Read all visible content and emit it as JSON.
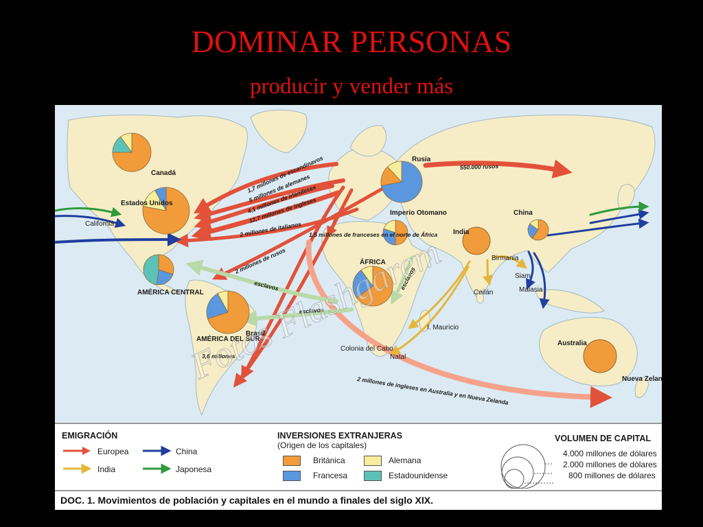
{
  "slide": {
    "title": "DOMINAR PERSONAS",
    "subtitle": "producir y vender más"
  },
  "colors": {
    "title": "#e0110e",
    "ocean": "#dcebf3",
    "land": "#f6edc6",
    "europe_arrow": "#e2513a",
    "india_arrow": "#e5b53a",
    "china_arrow": "#1f3ea0",
    "japan_arrow": "#2f9a3a",
    "britanica": "#f29b3b",
    "alemana": "#f6ee9c",
    "francesa": "#5b97df",
    "estadounidense": "#5cc2b8"
  },
  "map": {
    "labels": {
      "canada": "Canadá",
      "usa": "Estados Unidos",
      "california": "California",
      "central_america": "AMÉRICA CENTRAL",
      "south_america": "AMÉRICA DEL SUR",
      "brasil": "Brasil",
      "africa": "ÁFRICA",
      "cape": "Colonia del Cabo",
      "natal": "Natal",
      "mauricio": "I. Mauricio",
      "russia": "Rusia",
      "ottoman": "Imperio Otomano",
      "india": "India",
      "china": "China",
      "birmania": "Birmania",
      "siam": "Siam",
      "malasia": "Malasia",
      "ceilan": "Ceilán",
      "australia": "Australia",
      "nz": "Nueva Zelanda"
    },
    "flows": {
      "escandinavos": "1,7 millones de escandinavos",
      "alemanes": "5 millones de alemanes",
      "irlandeses": "4,1 millones de irlandeses",
      "ingleses": "12,7 millones de ingleses",
      "italianos": "2 millones de italianos",
      "rusos": "2 millones de rusos",
      "rusos_siberia": "550.000 rusos",
      "franceses": "1,5 millones de franceses en el norte de África",
      "esclavos_1": "esclavos",
      "esclavos_2": "esclavos",
      "esclavos_3": "esclavos",
      "sudamerica": "3,6 millones",
      "australia_nz": "2 millones de ingleses en Australia y en Nueva Zelanda"
    },
    "pies": [
      {
        "name": "canada",
        "slices": [
          {
            "k": "britanica",
            "v": 75
          },
          {
            "k": "estadounidense",
            "v": 15
          },
          {
            "k": "alemana",
            "v": 10
          }
        ]
      },
      {
        "name": "usa",
        "slices": [
          {
            "k": "britanica",
            "v": 78
          },
          {
            "k": "alemana",
            "v": 14
          },
          {
            "k": "francesa",
            "v": 8
          }
        ]
      },
      {
        "name": "central_america",
        "slices": [
          {
            "k": "britanica",
            "v": 30
          },
          {
            "k": "francesa",
            "v": 22
          },
          {
            "k": "estadounidense",
            "v": 48
          }
        ]
      },
      {
        "name": "south_america",
        "slices": [
          {
            "k": "britanica",
            "v": 70
          },
          {
            "k": "francesa",
            "v": 22
          },
          {
            "k": "alemana",
            "v": 8
          }
        ]
      },
      {
        "name": "africa",
        "slices": [
          {
            "k": "britanica",
            "v": 65
          },
          {
            "k": "francesa",
            "v": 25
          },
          {
            "k": "alemana",
            "v": 10
          }
        ]
      },
      {
        "name": "russia",
        "slices": [
          {
            "k": "francesa",
            "v": 72
          },
          {
            "k": "britanica",
            "v": 16
          },
          {
            "k": "alemana",
            "v": 12
          }
        ]
      },
      {
        "name": "ottoman",
        "slices": [
          {
            "k": "britanica",
            "v": 50
          },
          {
            "k": "francesa",
            "v": 30
          },
          {
            "k": "alemana",
            "v": 20
          }
        ]
      },
      {
        "name": "india",
        "slices": [
          {
            "k": "britanica",
            "v": 100
          }
        ]
      },
      {
        "name": "china",
        "slices": [
          {
            "k": "britanica",
            "v": 60
          },
          {
            "k": "francesa",
            "v": 25
          },
          {
            "k": "alemana",
            "v": 15
          }
        ]
      },
      {
        "name": "australia",
        "slices": [
          {
            "k": "britanica",
            "v": 100
          }
        ]
      }
    ],
    "watermark": "Fotos Flashgarem"
  },
  "legend": {
    "emigracion": {
      "title": "EMIGRACIÓN",
      "items": [
        {
          "label": "Europea",
          "color": "#e2513a"
        },
        {
          "label": "China",
          "color": "#1f3ea0"
        },
        {
          "label": "India",
          "color": "#e5b53a"
        },
        {
          "label": "Japonesa",
          "color": "#2f9a3a"
        }
      ]
    },
    "inversiones": {
      "title": "INVERSIONES EXTRANJERAS",
      "subtitle": "(Origen de los capitales)",
      "items": [
        {
          "label": "Británica",
          "color": "#f29b3b"
        },
        {
          "label": "Alemana",
          "color": "#f6ee9c"
        },
        {
          "label": "Francesa",
          "color": "#5b97df"
        },
        {
          "label": "Estadounidense",
          "color": "#5cc2b8"
        }
      ]
    },
    "volumen": {
      "title": "VOLUMEN DE CAPITAL",
      "items": [
        {
          "label": "4.000 millones de dólares",
          "value": 4000
        },
        {
          "label": "2.000 millones de dólares",
          "value": 2000
        },
        {
          "label": "800 millones de dólares",
          "value": 800
        }
      ]
    }
  },
  "caption": "DOC. 1. Movimientos de población y capitales en el mundo a finales del siglo XIX."
}
